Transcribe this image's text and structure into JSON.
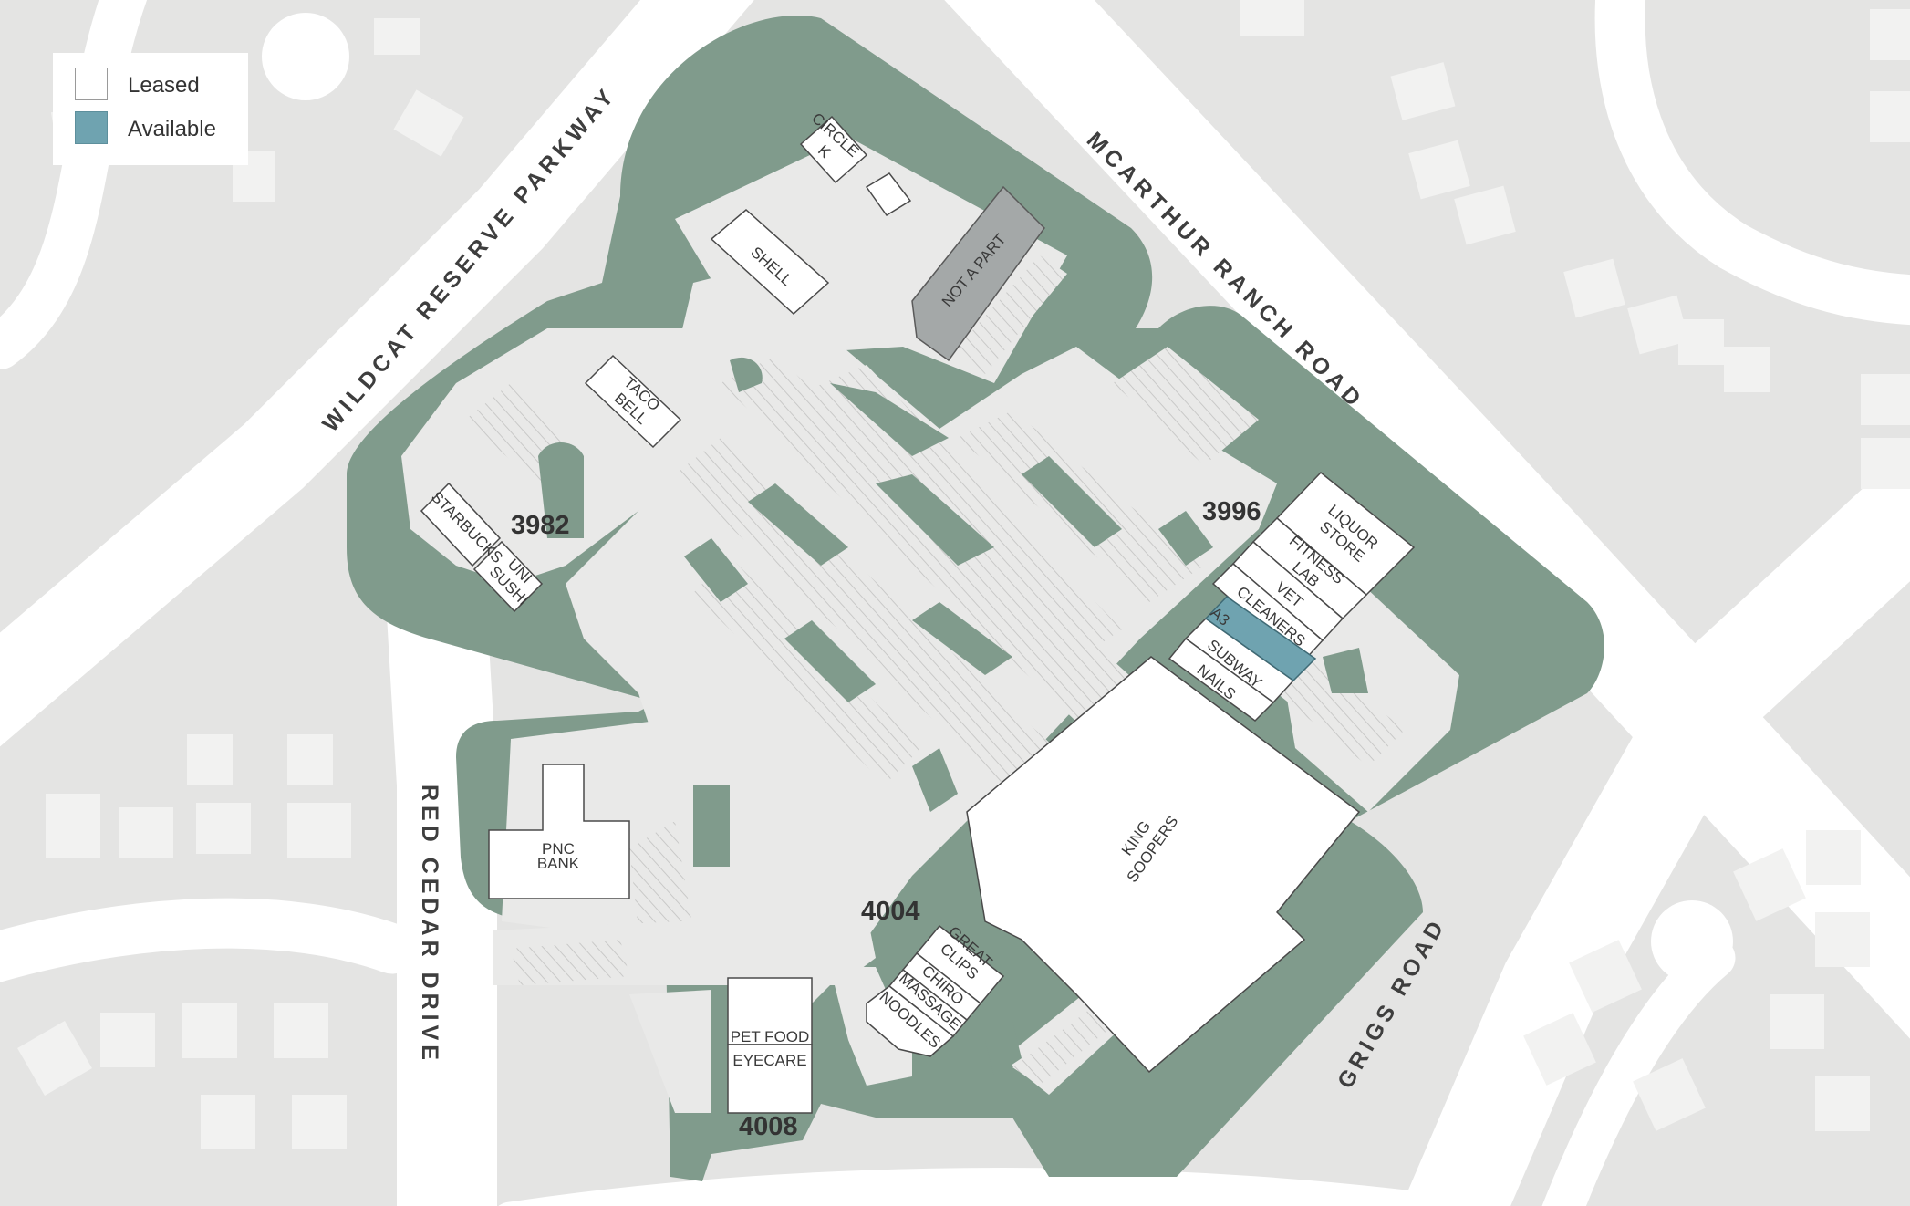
{
  "legend": {
    "leased_label": "Leased",
    "available_label": "Available",
    "leased_color": "#ffffff",
    "available_color": "#6fa3b0"
  },
  "colors": {
    "background": "#e4e4e3",
    "road": "#ffffff",
    "landscape": "#809b8c",
    "pavement": "#e9e9e8",
    "not_a_part": "#a4a8a8"
  },
  "roads": {
    "wildcat": "WILDCAT RESERVE PARKWAY",
    "mcarthur": "MCARTHUR RANCH ROAD",
    "red_cedar": "RED CEDAR DRIVE",
    "grigs": "GRIGS ROAD"
  },
  "buildings": {
    "b3982": "3982",
    "b3996": "3996",
    "b4004": "4004",
    "b4008": "4008"
  },
  "tenants": {
    "circle_k_1": "CIRCLE",
    "circle_k_2": "K",
    "shell": "SHELL",
    "not_a_part": "NOT A PART",
    "taco_bell_1": "TACO",
    "taco_bell_2": "BELL",
    "starbucks": "STARBUCKS",
    "uni_sushi_1": "UNI",
    "uni_sushi_2": "SUSHI",
    "liquor_1": "LIQUOR",
    "liquor_2": "STORE",
    "fitness_1": "FITNESS",
    "fitness_2": "LAB",
    "vet": "VET",
    "cleaners": "CLEANERS",
    "a3": "A3",
    "subway": "SUBWAY",
    "nails": "NAILS",
    "king_1": "KING",
    "king_2": "SOOPERS",
    "pnc_1": "PNC",
    "pnc_2": "BANK",
    "great_clips_1": "GREAT",
    "great_clips_2": "CLIPS",
    "chiro": "CHIRO",
    "massage": "MASSAGE",
    "noodles": "NOODLES",
    "pet_food": "PET FOOD",
    "eyecare": "EYECARE"
  }
}
